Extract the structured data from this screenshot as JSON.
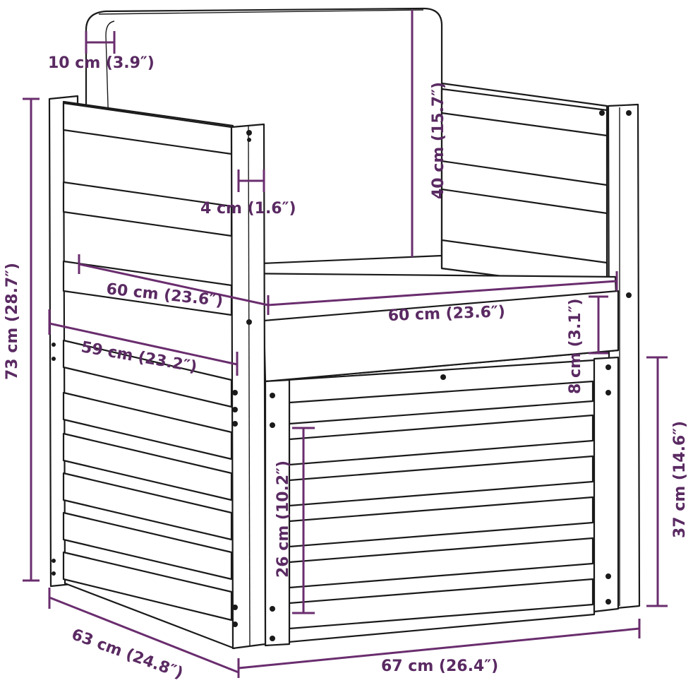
{
  "dimensions": {
    "cushion_thickness": "10 cm (3.9″)",
    "back_height": "40 cm (15.7″)",
    "armrest_width": "4 cm (1.6″)",
    "total_height": "73 cm (28.7″)",
    "seat_depth_left": "60 cm (23.6″)",
    "seat_width_front": "60 cm (23.6″)",
    "seat_cushion_height": "8 cm (3.1″)",
    "side_depth_inner": "59 cm (23.2″)",
    "seat_height": "37 cm (14.6″)",
    "front_panel_height": "26 cm (10.2″)",
    "total_depth": "63 cm (24.8″)",
    "total_width": "67 cm (26.4″)"
  },
  "colors": {
    "dimension": "#6a2d6e",
    "outline": "#1a1a1a",
    "background": "#ffffff"
  }
}
